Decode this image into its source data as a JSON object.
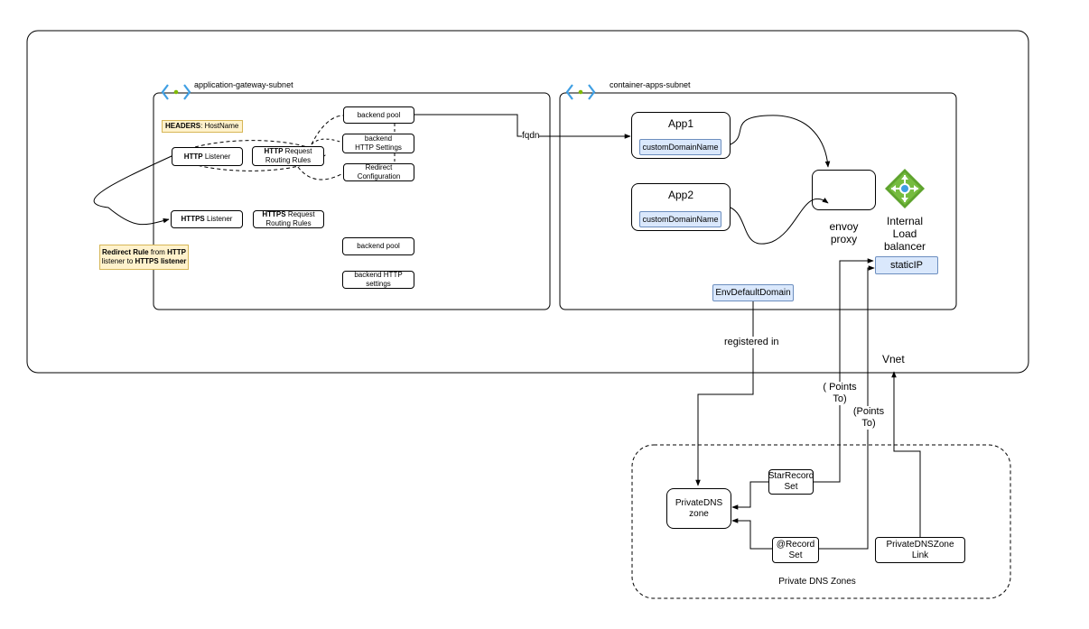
{
  "subnets": {
    "appgw": "application-gateway-subnet",
    "containerapps": "container-apps-subnet"
  },
  "appgw": {
    "headers_bold": "HEADERS",
    "headers_rest": ": HostName",
    "http_listener_bold": "HTTP",
    "http_listener_rest": " Listener",
    "http_rules_bold": "HTTP",
    "http_rules_rest1": " Request",
    "http_rules_line2": "Routing Rules",
    "https_listener_bold": "HTTPS",
    "https_listener_rest": " Listener",
    "https_rules_bold": "HTTPS",
    "https_rules_rest1": " Request",
    "https_rules_line2": "Routing Rules",
    "backend_pool_1": "backend pool",
    "backend_http_1_line1": "backend",
    "backend_http_1_line2": "HTTP Settings",
    "redirect_cfg_line1": "Redirect",
    "redirect_cfg_line2": "Configuration",
    "backend_pool_2": "backend pool",
    "backend_http_2_line1": "backend HTTP",
    "backend_http_2_line2": "settings",
    "redirect_rule": {
      "b1": "Redirect Rule",
      "t1": " from ",
      "b2": "HTTP",
      "t2": "listener to ",
      "b3": "HTTPS listener"
    }
  },
  "containerapps": {
    "app1": "App1",
    "app2": "App2",
    "custom_domain_1": "customDomainName",
    "custom_domain_2": "customDomainName",
    "envoy_line1": "envoy",
    "envoy_line2": "proxy",
    "ilb_line1": "Internal",
    "ilb_line2": "Load",
    "ilb_line3": "balancer",
    "static_ip": "staticIP",
    "env_default_domain": "EnvDefaultDomain"
  },
  "edges": {
    "fqdn": "fqdn",
    "registered_in": "registered in",
    "vnet": "Vnet",
    "points_to_1_line1": "( Points",
    "points_to_1_line2": "To)",
    "points_to_2_line1": "(Points",
    "points_to_2_line2": "To)"
  },
  "dns": {
    "private_dns_line1": "PrivateDNS",
    "private_dns_line2": "zone",
    "star_line1": "StarRecord",
    "star_line2": "Set",
    "at_line1": "@Record",
    "at_line2": "Set",
    "link_line1": "PrivateDNSZone",
    "link_line2": "Link",
    "group_label": "Private DNS Zones"
  },
  "colors": {
    "subnet_icon_blue": "#3f9fe3",
    "subnet_icon_dot": "#7fba00",
    "highlight_blue": "#dae8fc",
    "highlight_yellow": "#fff2cc",
    "lb_green": "#5ea32d"
  },
  "icons": [
    "subnet-icon",
    "load-balancer-icon"
  ]
}
